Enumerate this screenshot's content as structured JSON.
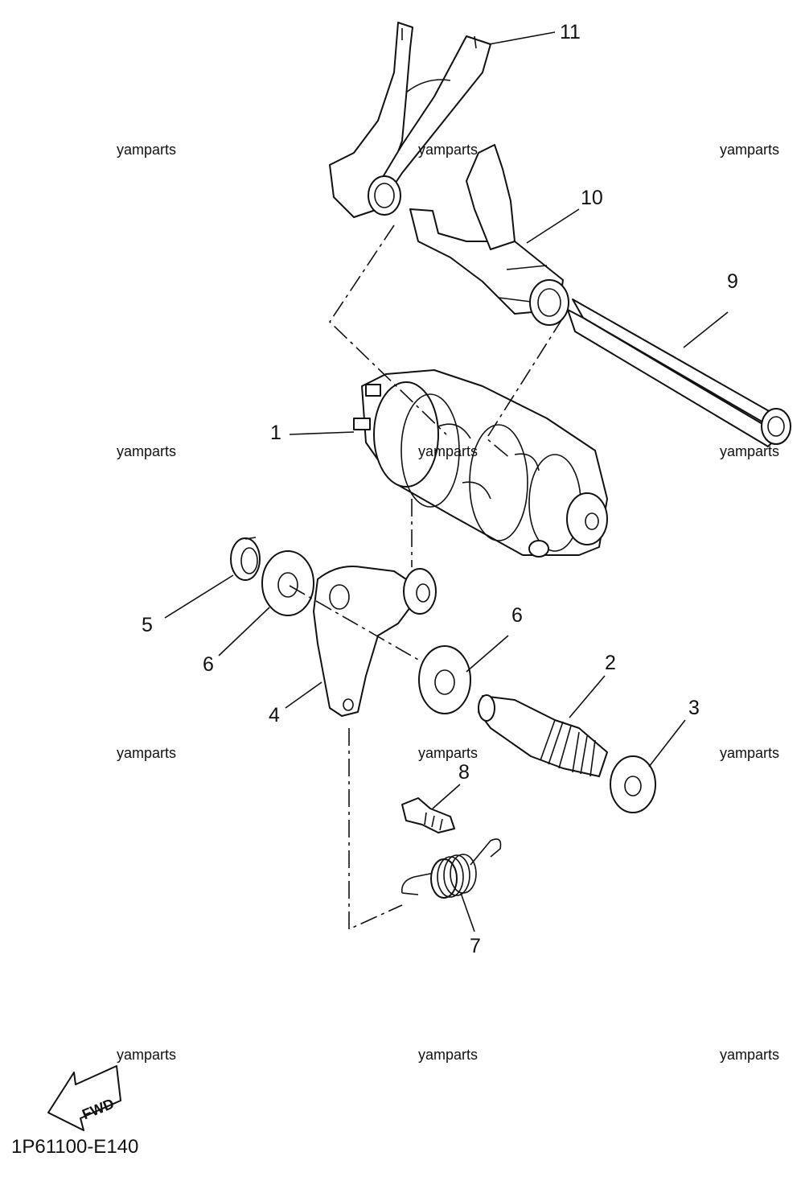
{
  "diagram_code": "1P61100-E140",
  "watermark": "yamparts",
  "fwd_label": "FWD",
  "callouts": [
    "1",
    "2",
    "3",
    "4",
    "5",
    "6",
    "6",
    "7",
    "8",
    "9",
    "10",
    "11"
  ]
}
